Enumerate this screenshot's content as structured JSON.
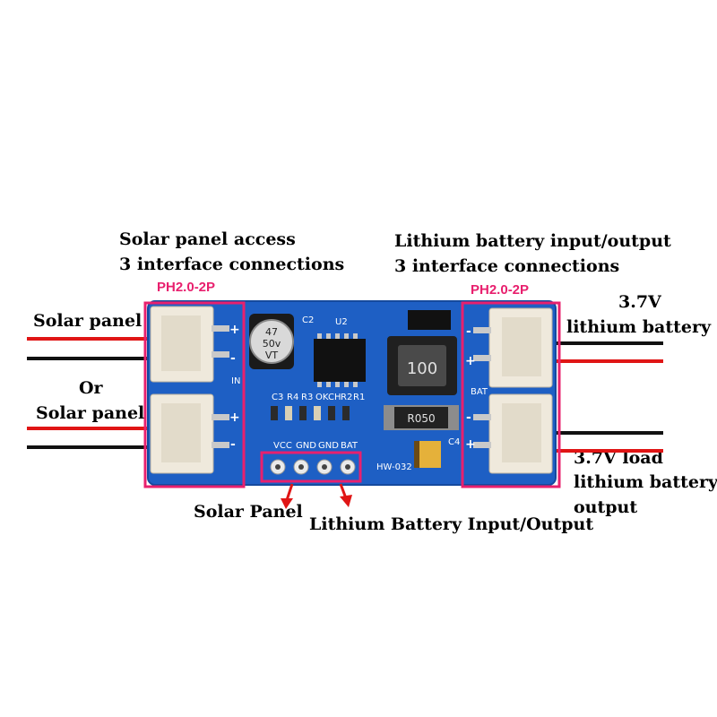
{
  "labels": {
    "solar_access_line1": "Solar panel access",
    "solar_access_line2": "3 interface connections",
    "lithium_io_line1": "Lithium battery input/output",
    "lithium_io_line2": "3 interface connections",
    "connector_left": "PH2.0-2P",
    "connector_right": "PH2.0-2P",
    "solar_panel_top": "Solar panel",
    "or": "Or",
    "solar_panel_bottom": "Solar panel",
    "battery_line1": "3.7V",
    "battery_line2": "lithium battery",
    "load_line1": "3.7V load",
    "load_line2": "lithium battery",
    "load_line3": "output",
    "pin_solar": "Solar Panel",
    "pin_lithium": "Lithium Battery Input/Output"
  },
  "board": {
    "inductor_marking": "100",
    "resistor_marking": "R050",
    "capacitor_line1": "47",
    "capacitor_line2": "50v",
    "capacitor_line3": "VT",
    "model": "HW-032",
    "silk_in": "IN",
    "silk_bat": "BAT",
    "silk_u2": "U2",
    "silk_c2": "C2",
    "silk_c3": "C3",
    "silk_c4": "C4",
    "silk_r4": "R4",
    "silk_r3": "R3",
    "silk_ok": "OK",
    "silk_ch": "CH",
    "silk_r2": "R2",
    "silk_r1": "R1",
    "pins": [
      "VCC",
      "GND",
      "GND",
      "BAT"
    ]
  },
  "colors": {
    "pcb": "#1e5fc4",
    "highlight": "#e8206e",
    "wire_red": "#e01515",
    "wire_black": "#111111"
  }
}
